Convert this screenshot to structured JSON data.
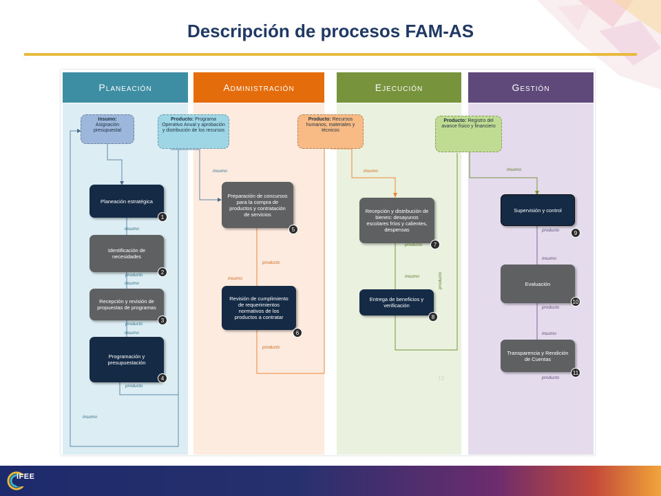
{
  "slide": {
    "title": "Descripción de procesos FAM-AS",
    "page_number": "13"
  },
  "colors": {
    "title": "#1f3864",
    "accent_line": "#e8b93a",
    "planeacion": "#3d8da3",
    "administracion": "#e46c0a",
    "ejecucion": "#77933c",
    "gestion": "#5f497a"
  },
  "columns": [
    {
      "key": "planeacion",
      "title": "Planeación"
    },
    {
      "key": "administracion",
      "title": "Administración"
    },
    {
      "key": "ejecucion",
      "title": "Ejecución"
    },
    {
      "key": "gestion",
      "title": "Gestión"
    }
  ],
  "tags": {
    "insumo": {
      "head": "Insumo:",
      "text": "Asignación presupuestal"
    },
    "producto_plan": {
      "head": "Producto:",
      "text": "Programa Operativo Anual y aprobación y distribución de los recursos"
    },
    "producto_admin": {
      "head": "Producto:",
      "text": "Recursos humanos, materiales y técnicos"
    },
    "producto_gestion": {
      "head": "Producto:",
      "text": "Registro del avance físico y financiero"
    }
  },
  "processes": [
    {
      "id": "1",
      "text": "Planeación estratégica"
    },
    {
      "id": "2",
      "text": "Identificación de necesidades"
    },
    {
      "id": "3",
      "text": "Recepción y revisión de propuestas de programas"
    },
    {
      "id": "4",
      "text": "Programación y presupuestación"
    },
    {
      "id": "5",
      "text": "Preparación de concursos para la compra de productos y contratación de servicios"
    },
    {
      "id": "6",
      "text": "Revisión de cumplimiento de requerimientos normativos de los productos a contratar"
    },
    {
      "id": "7",
      "text": "Recepción y distribución de bienes: desayunos escolares fríos y calientes, despensas"
    },
    {
      "id": "8",
      "text": "Entrega de beneficios y verificación"
    },
    {
      "id": "9",
      "text": "Supervisión y control"
    },
    {
      "id": "10",
      "text": "Evaluación"
    },
    {
      "id": "11",
      "text": "Transparencia y Rendición de Cuentas"
    }
  ],
  "labels": {
    "insumo": "insumo",
    "producto": "producto"
  },
  "footer": {
    "logo_text": "IFEE"
  }
}
